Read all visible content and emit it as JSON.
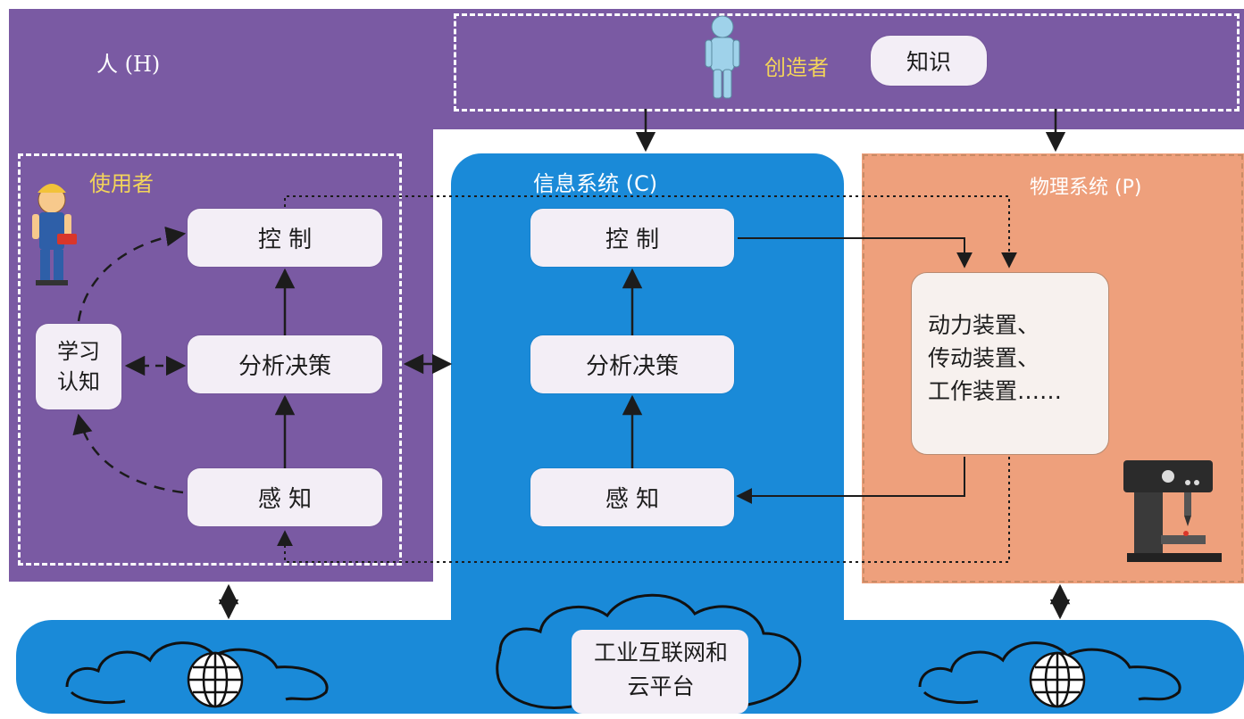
{
  "colors": {
    "human": "#7a5aa3",
    "cyber": "#1a8ad8",
    "physical": "#eea07c",
    "box": "#f3eef6",
    "accent_text": "#f3d45a"
  },
  "human": {
    "label": "人 (H)"
  },
  "creator": {
    "label": "创造者",
    "knowledge": "知识"
  },
  "user": {
    "label": "使用者",
    "control": "控 制",
    "analysis": "分析决策",
    "perception": "感 知",
    "learning": [
      "学习",
      "认知"
    ]
  },
  "cyber": {
    "label": "信息系统 (C)",
    "control": "控 制",
    "analysis": "分析决策",
    "perception": "感 知"
  },
  "physical": {
    "label": "物理系统 (P)",
    "devices": [
      "动力装置、",
      "传动装置、",
      "工作装置……"
    ]
  },
  "platform": {
    "lines": [
      "工业互联网和",
      "云平台"
    ]
  },
  "icons": [
    "creator-person-icon",
    "worker-person-icon",
    "machine-tool-icon",
    "globe-icon",
    "cloud-icon"
  ]
}
